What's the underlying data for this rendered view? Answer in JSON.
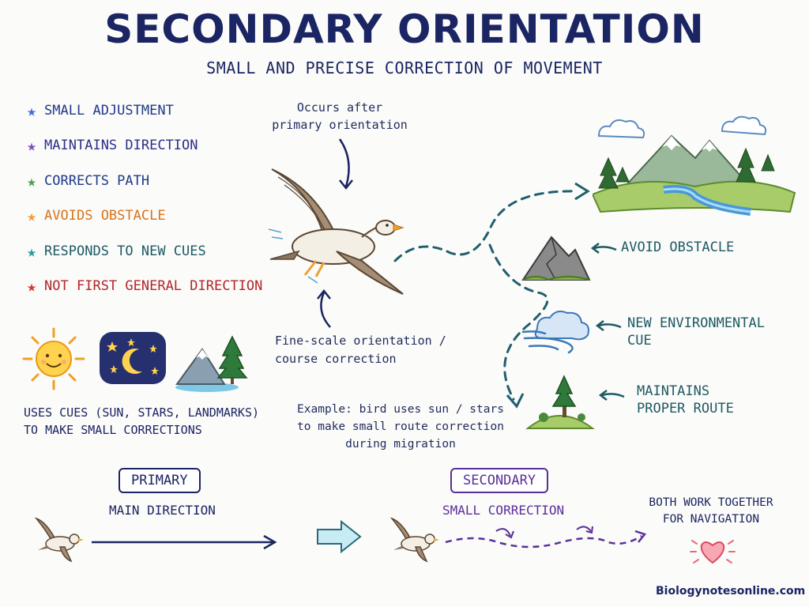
{
  "title": "SECONDARY ORIENTATION",
  "subtitle": "SMALL AND PRECISE CORRECTION OF MOVEMENT",
  "features": [
    {
      "label": "SMALL ADJUSTMENT",
      "color": "#1f3a8a"
    },
    {
      "label": "MAINTAINS DIRECTION",
      "color": "#2b2f8a"
    },
    {
      "label": "CORRECTS PATH",
      "color": "#1f3a8a"
    },
    {
      "label": "AVOIDS OBSTACLE",
      "color": "#d9731a"
    },
    {
      "label": "RESPONDS TO NEW CUES",
      "color": "#1d5a64"
    },
    {
      "label": "NOT FIRST GENERAL DIRECTION",
      "color": "#b3262b"
    }
  ],
  "star_colors": [
    "#3d6fd9",
    "#7e4fc2",
    "#4aa34a",
    "#f0a030",
    "#2a9a9a",
    "#d93636"
  ],
  "note_after": "Occurs after\nprimary orientation",
  "note_fine": "Fine-scale orientation /\ncourse correction",
  "cues_caption": "USES CUES (SUN, STARS, LANDMARKS)\nTO MAKE SMALL CORRECTIONS",
  "example": "Example: bird uses sun / stars\nto make small route correction\nduring migration",
  "right_labels": {
    "avoid": "AVOID OBSTACLE",
    "cue": "NEW ENVIRONMENTAL\nCUE",
    "route": "MAINTAINS\nPROPER ROUTE"
  },
  "bottom": {
    "primary_box": "PRIMARY",
    "primary_caption": "MAIN DIRECTION",
    "secondary_box": "SECONDARY",
    "secondary_caption": "SMALL CORRECTION",
    "together": "BOTH WORK TOGETHER\nFOR NAVIGATION"
  },
  "site": "Biologynotesonline.com",
  "colors": {
    "navy": "#1b2563",
    "teal_path": "#1f5f6e",
    "purple": "#5a2f9a",
    "heart": "#e86a7a"
  }
}
